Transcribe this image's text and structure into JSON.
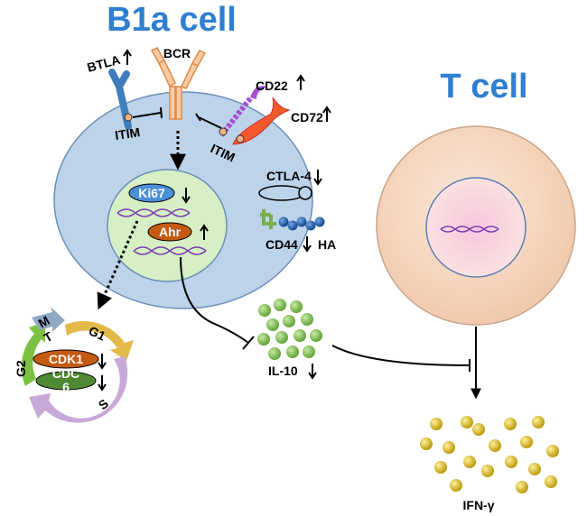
{
  "titles": {
    "b_cell": "B1a cell",
    "t_cell": "T cell"
  },
  "receptors": {
    "btla": "BTLA",
    "bcr": "BCR",
    "cd22": "CD22",
    "cd72": "CD72",
    "itim_left": "ITIM",
    "itim_right": "ITIM",
    "ctla4": "CTLA-4",
    "cd44": "CD44",
    "ha": "HA"
  },
  "nucleus": {
    "ki67": "Ki67",
    "ahr": "Ahr"
  },
  "cell_cycle": {
    "m": "M",
    "t": "T",
    "g1": "G1",
    "g2": "G2",
    "s": "S",
    "cdk1": "CDK1",
    "cdc6_line1": "CDC",
    "cdc6_line2": "6"
  },
  "cytokines": {
    "il10": "IL-10",
    "ifng": "IFN-γ"
  },
  "regulation": {
    "btla": "up",
    "cd22": "up",
    "cd72": "up",
    "ctla4": "down",
    "cd44": "down",
    "ki67": "down",
    "ahr": "up",
    "cdk1": "down",
    "cdc6": "down",
    "il10": "down"
  },
  "colors": {
    "title": "#2f7fd0",
    "b_cell": "#bcd3ea",
    "nucleus": "#d6efc4",
    "t_cell": "#f7d9c2",
    "il10": "#7bbf4a",
    "ifng": "#e2c21c"
  }
}
